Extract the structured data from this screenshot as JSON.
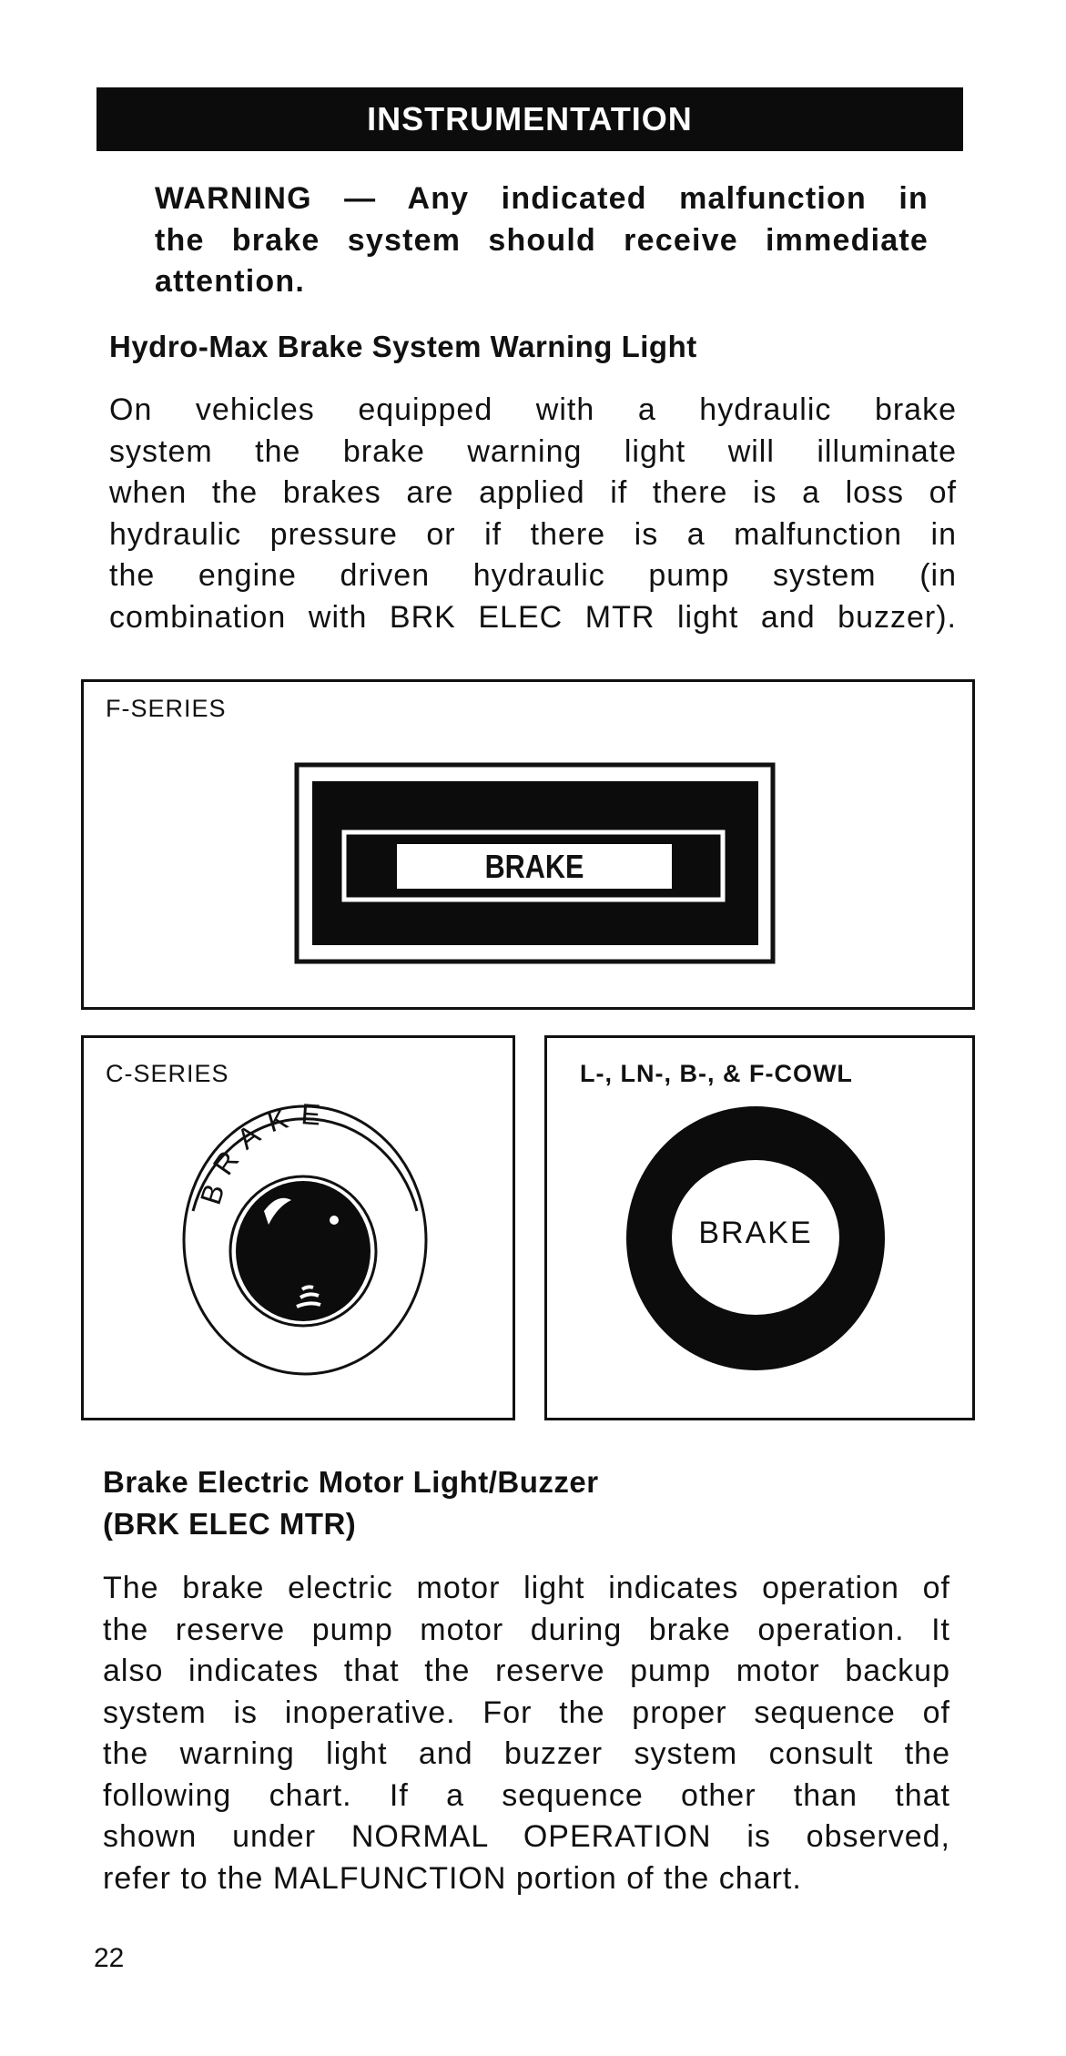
{
  "header": {
    "title": "INSTRUMENTATION"
  },
  "warning": {
    "text": "WARNING — Any indicated malfunction in the brake system should receive immediate attention.",
    "lines": [
      "WARNING — Any indicated malfunction in",
      "the brake system should receive immediate",
      "attention."
    ]
  },
  "section1": {
    "heading": "Hydro-Max Brake System Warning Light",
    "lines": [
      "On vehicles equipped with a hydraulic brake",
      "system the brake warning light will illuminate",
      "when the brakes are applied if there is a loss of",
      "hydraulic pressure or if there is a malfunction in",
      "the engine driven hydraulic pump system (in",
      "combination with BRK ELEC MTR light and buzzer)."
    ]
  },
  "figures": {
    "f_series": {
      "label": "F-SERIES",
      "lamp_text": "BRAKE"
    },
    "c_series": {
      "label": "C-SERIES",
      "lamp_text": "BRAKE"
    },
    "cowl": {
      "label": "L-, LN-, B-, & F-COWL",
      "lamp_text": "BRAKE"
    }
  },
  "section2": {
    "heading_lines": [
      "Brake Electric Motor Light/Buzzer",
      "(BRK ELEC MTR)"
    ],
    "lines": [
      "The brake electric motor light indicates operation of",
      "the reserve pump motor during brake operation. It",
      "also indicates that the reserve pump motor backup",
      "system is inoperative. For the proper sequence of",
      "the warning light and buzzer system consult the",
      "following chart. If a sequence other than that",
      "shown under NORMAL OPERATION is observed,",
      "refer to the MALFUNCTION portion of the chart."
    ]
  },
  "page_number": "22"
}
